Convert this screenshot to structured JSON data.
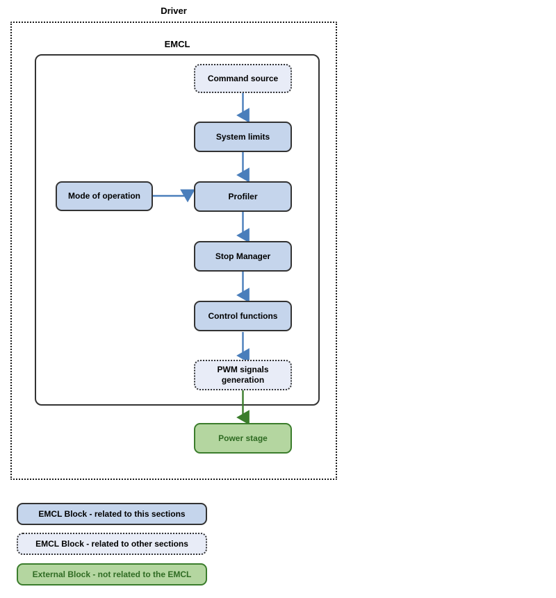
{
  "diagram": {
    "title_driver": "Driver",
    "title_emcl": "EMCL",
    "containers": [
      {
        "id": "driver",
        "label": "Driver",
        "style": "dotted"
      },
      {
        "id": "emcl",
        "label": "EMCL",
        "style": "solid-rounded"
      }
    ],
    "nodes": {
      "command_source": "Command source",
      "system_limits": "System limits",
      "mode_of_operation": "Mode of operation",
      "profiler": "Profiler",
      "stop_manager": "Stop Manager",
      "control_functions": "Control functions",
      "pwm_signals_generation": "PWM signals\ngeneration",
      "pwm_line1": "PWM signals",
      "pwm_line2": "generation",
      "power_stage": "Power stage"
    },
    "legend": {
      "blue_solid": "EMCL Block - related to this sections",
      "blue_dotted": "EMCL Block - related to other sections",
      "green": "External Block - not related to the EMCL"
    },
    "colors": {
      "block_blue_fill": "#c5d5ec",
      "block_blue_dotted_fill": "#e8ecf7",
      "block_border_dark": "#333333",
      "block_green_fill": "#b4d6a0",
      "block_green_border": "#3b7d2c",
      "block_green_text": "#2f6b23",
      "arrow_blue": "#4a7ebb",
      "arrow_green": "#3b7d2c",
      "background": "#ffffff"
    },
    "flow": [
      {
        "from": "command_source",
        "to": "system_limits",
        "color": "#4a7ebb"
      },
      {
        "from": "system_limits",
        "to": "profiler",
        "color": "#4a7ebb"
      },
      {
        "from": "mode_of_operation",
        "to": "profiler",
        "color": "#4a7ebb"
      },
      {
        "from": "profiler",
        "to": "stop_manager",
        "color": "#4a7ebb"
      },
      {
        "from": "stop_manager",
        "to": "control_functions",
        "color": "#4a7ebb"
      },
      {
        "from": "control_functions",
        "to": "pwm_signals_generation",
        "color": "#4a7ebb"
      },
      {
        "from": "pwm_signals_generation",
        "to": "power_stage",
        "color": "#3b7d2c"
      }
    ]
  }
}
